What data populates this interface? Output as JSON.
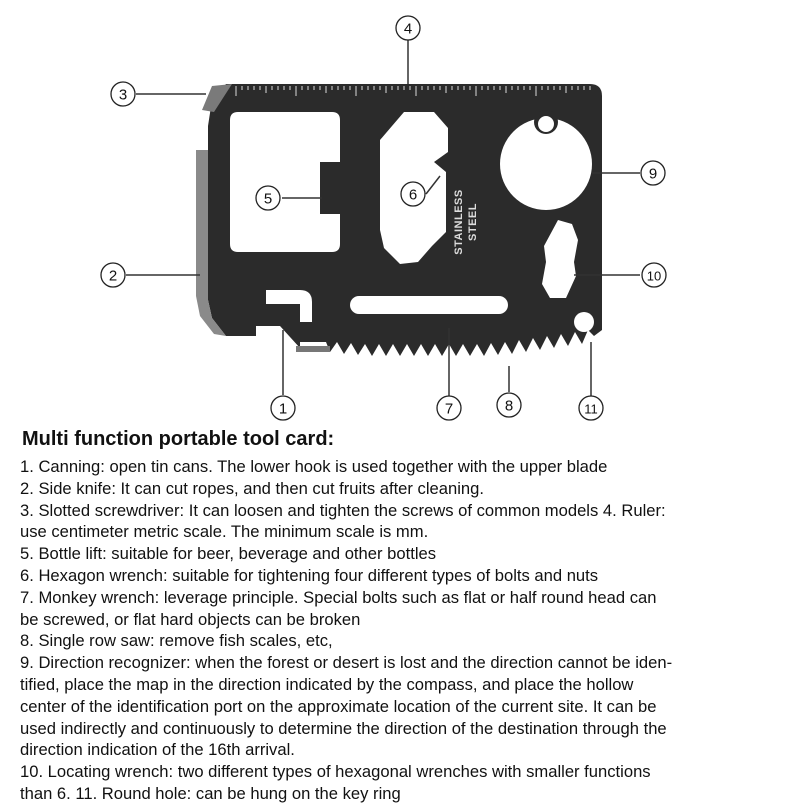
{
  "diagram": {
    "card_text_top": "STAINLESS",
    "card_text_bottom": "STEEL",
    "callouts": [
      "1",
      "2",
      "3",
      "4",
      "5",
      "6",
      "7",
      "8",
      "9",
      "10",
      "11"
    ]
  },
  "title": "Multi function portable tool card:",
  "lines": [
    "1. Canning: open tin cans. The lower hook is used together with the upper blade",
    "2. Side knife: It can cut ropes, and then cut fruits after cleaning.",
    "3. Slotted screwdriver: It can loosen and tighten the screws of common models 4. Ruler:",
    "use centimeter metric scale. The minimum scale is mm.",
    "5. Bottle lift: suitable for beer, beverage and other bottles",
    "6. Hexagon wrench: suitable for tightening four different types of bolts and nuts",
    "7. Monkey wrench: leverage principle. Special bolts such as flat or half round head can",
    "be screwed, or flat hard objects can be broken",
    "8. Single row saw: remove fish scales, etc,",
    "9. Direction recognizer: when the forest or desert is lost and the direction cannot be iden-",
    "tified, place the map in the direction indicated by the compass, and place the hollow",
    "center of the identification port on the approximate location of the current site. It can be",
    "used indirectly and continuously to determine the direction of the destination through the",
    "direction indication of the 16th arrival.",
    "10. Locating wrench: two different types of hexagonal wrenches with smaller functions",
    "than 6. 11. Round hole: can be hung on the key ring"
  ],
  "colors": {
    "card": "#2b2b2b",
    "card_edge": "#8a8a8a",
    "ink": "#111111"
  }
}
